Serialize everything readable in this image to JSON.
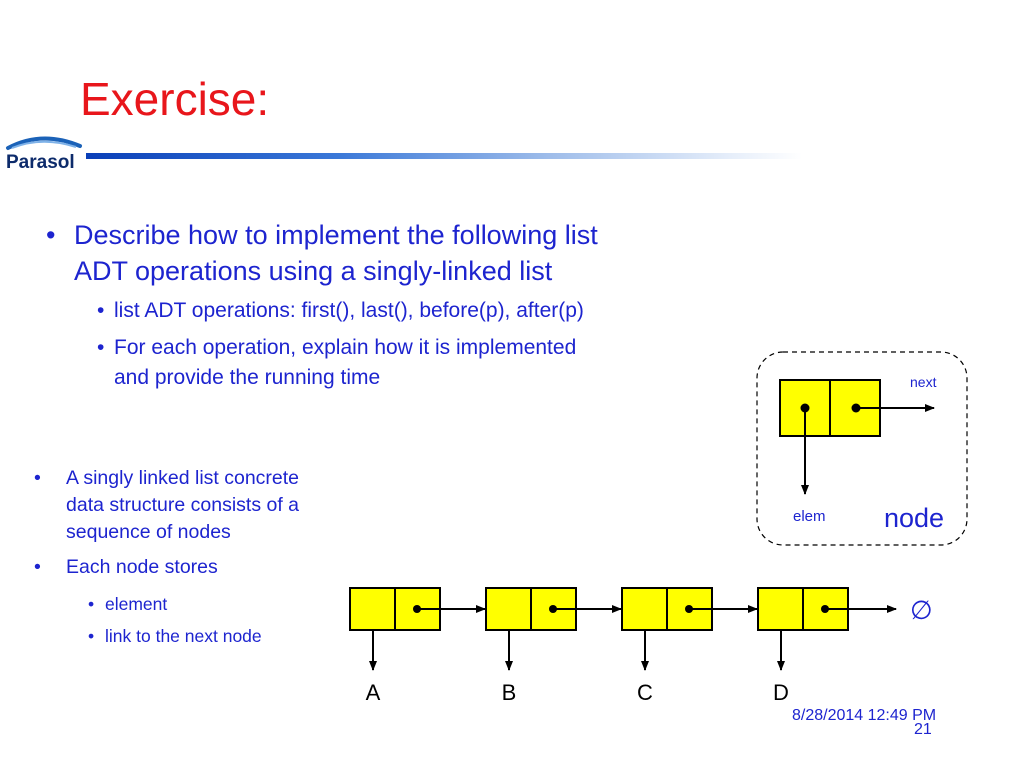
{
  "slide": {
    "title": "Exercise:",
    "logo_text": "Parasol",
    "main_bullet": {
      "lines": [
        "Describe how to implement the following list",
        "ADT operations using a singly-linked list"
      ]
    },
    "sub_bullets": [
      {
        "lines": [
          "list ADT operations: first(), last(), before(p), after(p)"
        ]
      },
      {
        "lines": [
          "For each operation, explain how it is implemented",
          "and provide the running time"
        ]
      }
    ],
    "lower_bullets": [
      {
        "lines": [
          "A singly linked list concrete",
          "data structure consists of a",
          "sequence of nodes"
        ]
      },
      {
        "lines": [
          "Each node stores"
        ]
      }
    ],
    "lower_sub_bullets": [
      {
        "lines": [
          "element"
        ]
      },
      {
        "lines": [
          "link to the next node"
        ]
      }
    ],
    "bullet_symbol": "•",
    "footer": {
      "date": "8/28/2014 12:49 PM",
      "page": "21"
    }
  },
  "diagram": {
    "node_legend": {
      "next_label": "next",
      "elem_label": "elem",
      "node_label": "node"
    },
    "list_nodes": [
      "A",
      "B",
      "C",
      "D"
    ],
    "null_symbol": "∅",
    "colors": {
      "node_fill": "#ffff00",
      "node_stroke": "#000000",
      "accent_text": "#1d24cf",
      "title": "#e8161b"
    }
  }
}
